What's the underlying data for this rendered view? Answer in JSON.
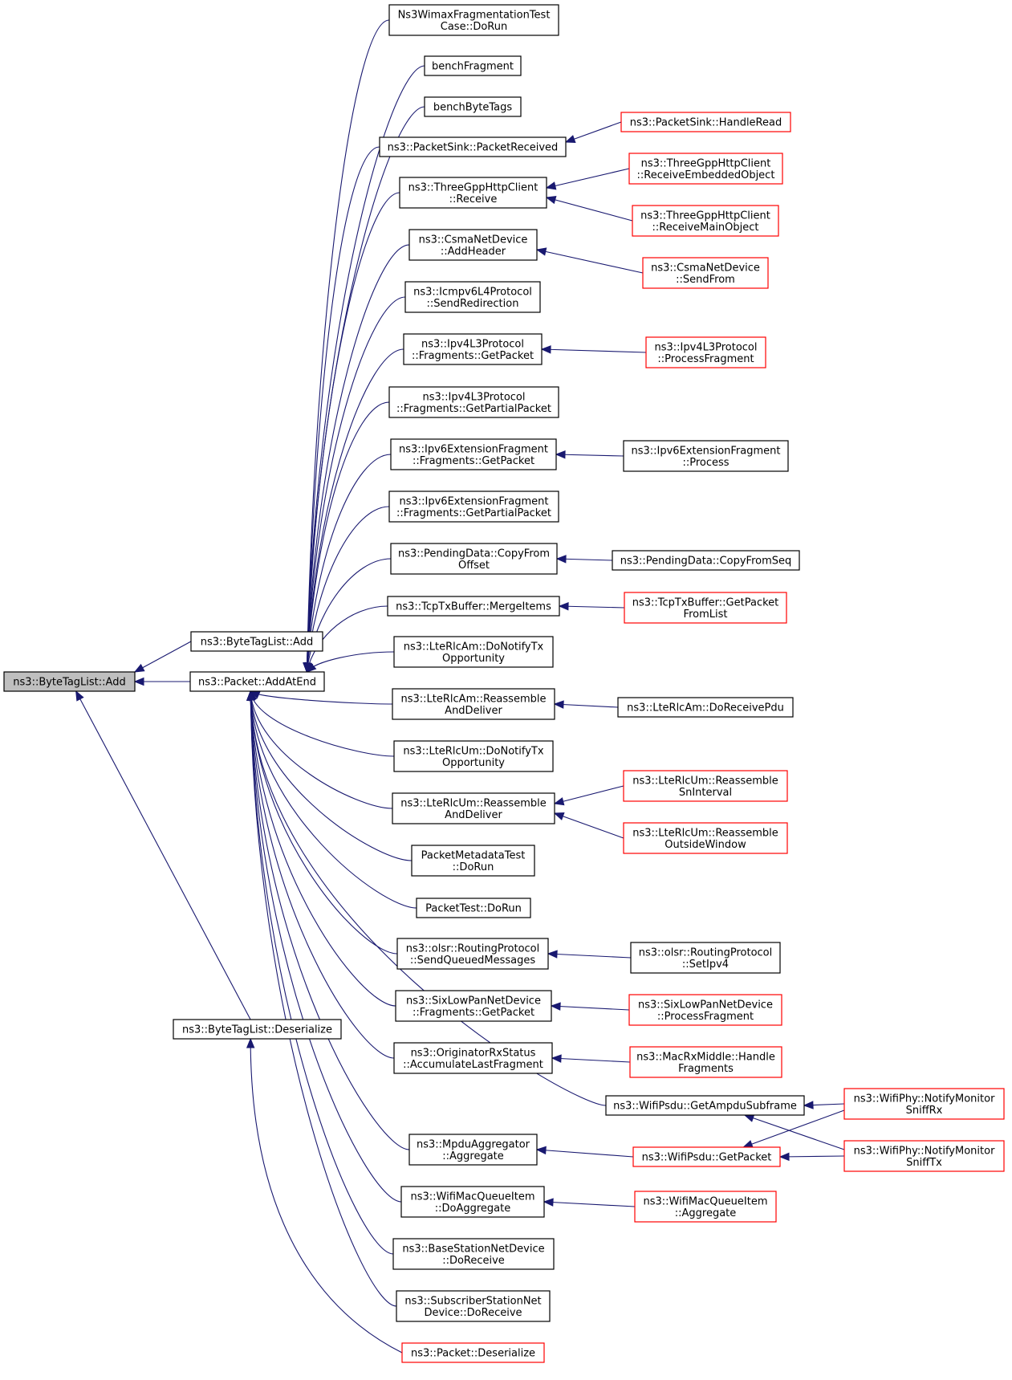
{
  "graph": {
    "nodes": [
      {
        "id": "bytetaglist-add-root",
        "lines": [
          "ns3::ByteTagList::Add"
        ],
        "style": "focus"
      },
      {
        "id": "bytetaglist-add",
        "lines": [
          "ns3::ByteTagList::Add"
        ],
        "style": "black"
      },
      {
        "id": "packet-addatend",
        "lines": [
          "ns3::Packet::AddAtEnd"
        ],
        "style": "black"
      },
      {
        "id": "bytetaglist-deserialize",
        "lines": [
          "ns3::ByteTagList::Deserialize"
        ],
        "style": "black"
      },
      {
        "id": "wimax-fragmentation-test",
        "lines": [
          "Ns3WimaxFragmentationTest",
          "Case::DoRun"
        ],
        "style": "black"
      },
      {
        "id": "bench-fragment",
        "lines": [
          "benchFragment"
        ],
        "style": "black"
      },
      {
        "id": "bench-bytetags",
        "lines": [
          "benchByteTags"
        ],
        "style": "black"
      },
      {
        "id": "packetsink-packetreceived",
        "lines": [
          "ns3::PacketSink::PacketReceived"
        ],
        "style": "black"
      },
      {
        "id": "threegpp-receive",
        "lines": [
          "ns3::ThreeGppHttpClient",
          "::Receive"
        ],
        "style": "black"
      },
      {
        "id": "csma-addheader",
        "lines": [
          "ns3::CsmaNetDevice",
          "::AddHeader"
        ],
        "style": "black"
      },
      {
        "id": "icmpv6-sendredirection",
        "lines": [
          "ns3::Icmpv6L4Protocol",
          "::SendRedirection"
        ],
        "style": "black"
      },
      {
        "id": "ipv4l3-getpacket",
        "lines": [
          "ns3::Ipv4L3Protocol",
          "::Fragments::GetPacket"
        ],
        "style": "black"
      },
      {
        "id": "ipv4l3-getpartialpacket",
        "lines": [
          "ns3::Ipv4L3Protocol",
          "::Fragments::GetPartialPacket"
        ],
        "style": "black"
      },
      {
        "id": "ipv6ext-getpacket",
        "lines": [
          "ns3::Ipv6ExtensionFragment",
          "::Fragments::GetPacket"
        ],
        "style": "black"
      },
      {
        "id": "ipv6ext-getpartialpacket",
        "lines": [
          "ns3::Ipv6ExtensionFragment",
          "::Fragments::GetPartialPacket"
        ],
        "style": "black"
      },
      {
        "id": "pendingdata-copyfromoffset",
        "lines": [
          "ns3::PendingData::CopyFrom",
          "Offset"
        ],
        "style": "black"
      },
      {
        "id": "tcptxbuffer-mergeitems",
        "lines": [
          "ns3::TcpTxBuffer::MergeItems"
        ],
        "style": "black"
      },
      {
        "id": "lterlcam-donotifytx",
        "lines": [
          "ns3::LteRlcAm::DoNotifyTx",
          "Opportunity"
        ],
        "style": "black"
      },
      {
        "id": "lterlcam-reassemble",
        "lines": [
          "ns3::LteRlcAm::Reassemble",
          "AndDeliver"
        ],
        "style": "black"
      },
      {
        "id": "lterlcum-donotifytx",
        "lines": [
          "ns3::LteRlcUm::DoNotifyTx",
          "Opportunity"
        ],
        "style": "black"
      },
      {
        "id": "lterlcum-reassemble",
        "lines": [
          "ns3::LteRlcUm::Reassemble",
          "AndDeliver"
        ],
        "style": "black"
      },
      {
        "id": "packetmetadatatest-dorun",
        "lines": [
          "PacketMetadataTest",
          "::DoRun"
        ],
        "style": "black"
      },
      {
        "id": "packettest-dorun",
        "lines": [
          "PacketTest::DoRun"
        ],
        "style": "black"
      },
      {
        "id": "olsr-sendqueued",
        "lines": [
          "ns3::olsr::RoutingProtocol",
          "::SendQueuedMessages"
        ],
        "style": "black"
      },
      {
        "id": "sixlowpan-getpacket",
        "lines": [
          "ns3::SixLowPanNetDevice",
          "::Fragments::GetPacket"
        ],
        "style": "black"
      },
      {
        "id": "originatorrx-accumulate",
        "lines": [
          "ns3::OriginatorRxStatus",
          "::AccumulateLastFragment"
        ],
        "style": "black"
      },
      {
        "id": "wifipsdu-getampdusubframe",
        "lines": [
          "ns3::WifiPsdu::GetAmpduSubframe"
        ],
        "style": "black"
      },
      {
        "id": "mpduaggregator-aggregate",
        "lines": [
          "ns3::MpduAggregator",
          "::Aggregate"
        ],
        "style": "black"
      },
      {
        "id": "wifimacqueueitem-doaggregate",
        "lines": [
          "ns3::WifiMacQueueItem",
          "::DoAggregate"
        ],
        "style": "black"
      },
      {
        "id": "basestation-doreceive",
        "lines": [
          "ns3::BaseStationNetDevice",
          "::DoReceive"
        ],
        "style": "black"
      },
      {
        "id": "subscriberstation-doreceive",
        "lines": [
          "ns3::SubscriberStationNet",
          "Device::DoReceive"
        ],
        "style": "black"
      },
      {
        "id": "packet-deserialize",
        "lines": [
          "ns3::Packet::Deserialize"
        ],
        "style": "red"
      },
      {
        "id": "packetsink-handleread",
        "lines": [
          "ns3::PacketSink::HandleRead"
        ],
        "style": "red"
      },
      {
        "id": "threegpp-receiveembedded",
        "lines": [
          "ns3::ThreeGppHttpClient",
          "::ReceiveEmbeddedObject"
        ],
        "style": "red"
      },
      {
        "id": "threegpp-receivemain",
        "lines": [
          "ns3::ThreeGppHttpClient",
          "::ReceiveMainObject"
        ],
        "style": "red"
      },
      {
        "id": "csma-sendfrom",
        "lines": [
          "ns3::CsmaNetDevice",
          "::SendFrom"
        ],
        "style": "red"
      },
      {
        "id": "ipv4l3-processfragment",
        "lines": [
          "ns3::Ipv4L3Protocol",
          "::ProcessFragment"
        ],
        "style": "red"
      },
      {
        "id": "ipv6ext-process",
        "lines": [
          "ns3::Ipv6ExtensionFragment",
          "::Process"
        ],
        "style": "black"
      },
      {
        "id": "pendingdata-copyfromseq",
        "lines": [
          "ns3::PendingData::CopyFromSeq"
        ],
        "style": "black"
      },
      {
        "id": "tcptxbuffer-getpacketfromlist",
        "lines": [
          "ns3::TcpTxBuffer::GetPacket",
          "FromList"
        ],
        "style": "red"
      },
      {
        "id": "lterlcam-doreceivepdu",
        "lines": [
          "ns3::LteRlcAm::DoReceivePdu"
        ],
        "style": "black"
      },
      {
        "id": "lterlcum-reassemblesn",
        "lines": [
          "ns3::LteRlcUm::Reassemble",
          "SnInterval"
        ],
        "style": "red"
      },
      {
        "id": "lterlcum-reassembleoutside",
        "lines": [
          "ns3::LteRlcUm::Reassemble",
          "OutsideWindow"
        ],
        "style": "red"
      },
      {
        "id": "olsr-setipv4",
        "lines": [
          "ns3::olsr::RoutingProtocol",
          "::SetIpv4"
        ],
        "style": "black"
      },
      {
        "id": "sixlowpan-processfragment",
        "lines": [
          "ns3::SixLowPanNetDevice",
          "::ProcessFragment"
        ],
        "style": "red"
      },
      {
        "id": "macrxmiddle-handlefragments",
        "lines": [
          "ns3::MacRxMiddle::Handle",
          "Fragments"
        ],
        "style": "red"
      },
      {
        "id": "wifipsdu-getpacket",
        "lines": [
          "ns3::WifiPsdu::GetPacket"
        ],
        "style": "red"
      },
      {
        "id": "wifimacqueueitem-aggregate",
        "lines": [
          "ns3::WifiMacQueueItem",
          "::Aggregate"
        ],
        "style": "red"
      },
      {
        "id": "wifiphy-notifysniffrx",
        "lines": [
          "ns3::WifiPhy::NotifyMonitor",
          "SniffRx"
        ],
        "style": "red"
      },
      {
        "id": "wifiphy-notifysnifftx",
        "lines": [
          "ns3::WifiPhy::NotifyMonitor",
          "SniffTx"
        ],
        "style": "red"
      }
    ],
    "edges": [
      [
        "bytetaglist-add-root",
        "bytetaglist-add"
      ],
      [
        "bytetaglist-add-root",
        "packet-addatend"
      ],
      [
        "bytetaglist-add-root",
        "bytetaglist-deserialize"
      ],
      [
        "packet-addatend",
        "wimax-fragmentation-test"
      ],
      [
        "packet-addatend",
        "bench-fragment"
      ],
      [
        "packet-addatend",
        "bench-bytetags"
      ],
      [
        "packet-addatend",
        "packetsink-packetreceived"
      ],
      [
        "packet-addatend",
        "threegpp-receive"
      ],
      [
        "packet-addatend",
        "csma-addheader"
      ],
      [
        "packet-addatend",
        "icmpv6-sendredirection"
      ],
      [
        "packet-addatend",
        "ipv4l3-getpacket"
      ],
      [
        "packet-addatend",
        "ipv4l3-getpartialpacket"
      ],
      [
        "packet-addatend",
        "ipv6ext-getpacket"
      ],
      [
        "packet-addatend",
        "ipv6ext-getpartialpacket"
      ],
      [
        "packet-addatend",
        "pendingdata-copyfromoffset"
      ],
      [
        "packet-addatend",
        "tcptxbuffer-mergeitems"
      ],
      [
        "packet-addatend",
        "lterlcam-donotifytx"
      ],
      [
        "packet-addatend",
        "lterlcam-reassemble"
      ],
      [
        "packet-addatend",
        "lterlcum-donotifytx"
      ],
      [
        "packet-addatend",
        "lterlcum-reassemble"
      ],
      [
        "packet-addatend",
        "packetmetadatatest-dorun"
      ],
      [
        "packet-addatend",
        "packettest-dorun"
      ],
      [
        "packet-addatend",
        "olsr-sendqueued"
      ],
      [
        "packet-addatend",
        "sixlowpan-getpacket"
      ],
      [
        "packet-addatend",
        "originatorrx-accumulate"
      ],
      [
        "packet-addatend",
        "wifipsdu-getampdusubframe"
      ],
      [
        "packet-addatend",
        "mpduaggregator-aggregate"
      ],
      [
        "packet-addatend",
        "wifimacqueueitem-doaggregate"
      ],
      [
        "packet-addatend",
        "basestation-doreceive"
      ],
      [
        "packet-addatend",
        "subscriberstation-doreceive"
      ],
      [
        "bytetaglist-deserialize",
        "packet-deserialize"
      ],
      [
        "packetsink-packetreceived",
        "packetsink-handleread"
      ],
      [
        "threegpp-receive",
        "threegpp-receiveembedded"
      ],
      [
        "threegpp-receive",
        "threegpp-receivemain"
      ],
      [
        "csma-addheader",
        "csma-sendfrom"
      ],
      [
        "ipv4l3-getpacket",
        "ipv4l3-processfragment"
      ],
      [
        "ipv6ext-getpacket",
        "ipv6ext-process"
      ],
      [
        "pendingdata-copyfromoffset",
        "pendingdata-copyfromseq"
      ],
      [
        "tcptxbuffer-mergeitems",
        "tcptxbuffer-getpacketfromlist"
      ],
      [
        "lterlcam-reassemble",
        "lterlcam-doreceivepdu"
      ],
      [
        "lterlcum-reassemble",
        "lterlcum-reassemblesn"
      ],
      [
        "lterlcum-reassemble",
        "lterlcum-reassembleoutside"
      ],
      [
        "olsr-sendqueued",
        "olsr-setipv4"
      ],
      [
        "sixlowpan-getpacket",
        "sixlowpan-processfragment"
      ],
      [
        "originatorrx-accumulate",
        "macrxmiddle-handlefragments"
      ],
      [
        "wifipsdu-getampdusubframe",
        "wifiphy-notifysniffrx"
      ],
      [
        "wifipsdu-getampdusubframe",
        "wifiphy-notifysnifftx"
      ],
      [
        "mpduaggregator-aggregate",
        "wifipsdu-getpacket"
      ],
      [
        "wifipsdu-getpacket",
        "wifiphy-notifysniffrx"
      ],
      [
        "wifipsdu-getpacket",
        "wifiphy-notifysnifftx"
      ],
      [
        "wifimacqueueitem-doaggregate",
        "wifimacqueueitem-aggregate"
      ]
    ],
    "colors": {
      "edge": "#191970",
      "border": "#000000",
      "link_border": "#ff0000",
      "focus_fill": "#bfbfbf",
      "background": "#ffffff"
    }
  }
}
